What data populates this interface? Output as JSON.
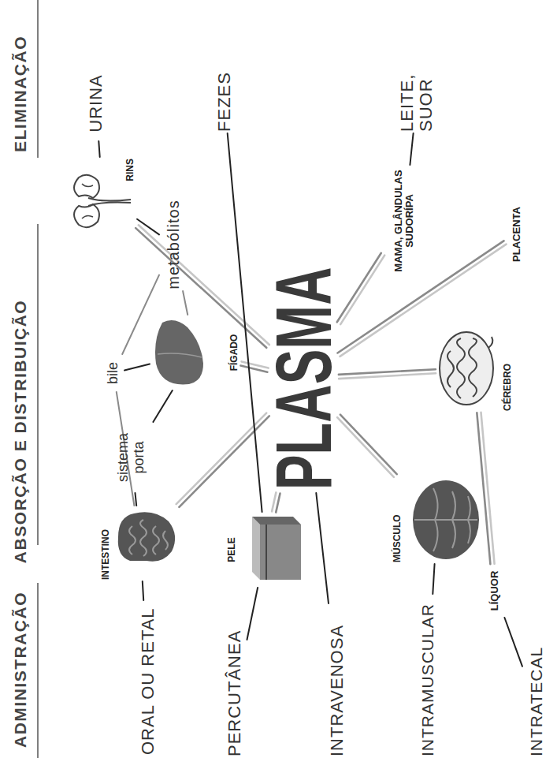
{
  "diagram": {
    "nodes": [
      {
        "text": [
          "ORAL OU RETAL"
        ]
      },
      {
        "text": [
          "PERCUTÂNEA"
        ]
      },
      {
        "text": [
          "INTRAVENOSA"
        ]
      },
      {
        "text": [
          "INTRAMUSCULAR"
        ]
      },
      {
        "text": [
          "INTRATECAL"
        ]
      },
      {
        "text": [
          "INTESTINO"
        ]
      },
      {
        "text": [
          "PELE"
        ]
      },
      {
        "text": [
          "MÚSCULO"
        ]
      },
      {
        "text": [
          "LÍQUOR"
        ]
      },
      {
        "text": [
          "sistema porta"
        ]
      },
      {
        "text": [
          "PLASMA"
        ]
      },
      {
        "text": [
          "bile"
        ]
      },
      {
        "text": [
          "CÉREBRO"
        ]
      },
      {
        "text": [
          "FÍGADO"
        ]
      },
      {
        "text": [
          "metabólitos"
        ]
      },
      {
        "text": [
          "MAMA, GLÂNDULAS SUDORÍPA"
        ]
      },
      {
        "text": [
          "PLACENTA"
        ]
      },
      {
        "text": [
          "RINS"
        ]
      },
      {
        "text": [
          "URINA"
        ]
      },
      {
        "text": [
          "FEZES"
        ]
      },
      {
        "text": [
          "LEITE, SUOR"
        ]
      }
    ],
    "edges": [
      {
        "from": 0,
        "to": 5,
        "arrow": "none"
      },
      {
        "from": 5,
        "to": 10,
        "arrow": "none"
      },
      {
        "from": 5,
        "to": 9,
        "arrow": "none"
      },
      {
        "from": 9,
        "to": 13,
        "arrow": "none"
      },
      {
        "from": 11,
        "to": 5,
        "arrow": "none"
      },
      {
        "from": 11,
        "to": 13,
        "arrow": "none"
      },
      {
        "from": 11,
        "to": 14,
        "arrow": "none"
      },
      {
        "from": 13,
        "to": 14,
        "arrow": "none"
      },
      {
        "from": 13,
        "to": 10,
        "arrow": "none"
      },
      {
        "from": 14,
        "to": 17,
        "arrow": "none"
      },
      {
        "from": 17,
        "to": 10,
        "arrow": "none"
      },
      {
        "from": 17,
        "to": 18,
        "arrow": "none"
      },
      {
        "from": 19,
        "to": 6,
        "arrow": "none"
      },
      {
        "from": 1,
        "to": 6,
        "arrow": "none"
      },
      {
        "from": 6,
        "to": 10,
        "arrow": "none"
      },
      {
        "from": 2,
        "to": 10,
        "arrow": "none"
      },
      {
        "from": 3,
        "to": 7,
        "arrow": "none"
      },
      {
        "from": 7,
        "to": 10,
        "arrow": "none"
      },
      {
        "from": 12,
        "to": 10,
        "arrow": "none"
      },
      {
        "from": 12,
        "to": 8,
        "arrow": "none"
      },
      {
        "from": 8,
        "to": 4,
        "arrow": "none"
      },
      {
        "from": 16,
        "to": 10,
        "arrow": "none"
      },
      {
        "from": 15,
        "to": 10,
        "arrow": "none"
      },
      {
        "from": 15,
        "to": 20,
        "arrow": "none"
      }
    ],
    "labels": [
      "ADMINISTRAÇÃO",
      "ABSORÇÃO E DISTRIBUIÇÃO",
      "ELIMINAÇÃO"
    ]
  }
}
